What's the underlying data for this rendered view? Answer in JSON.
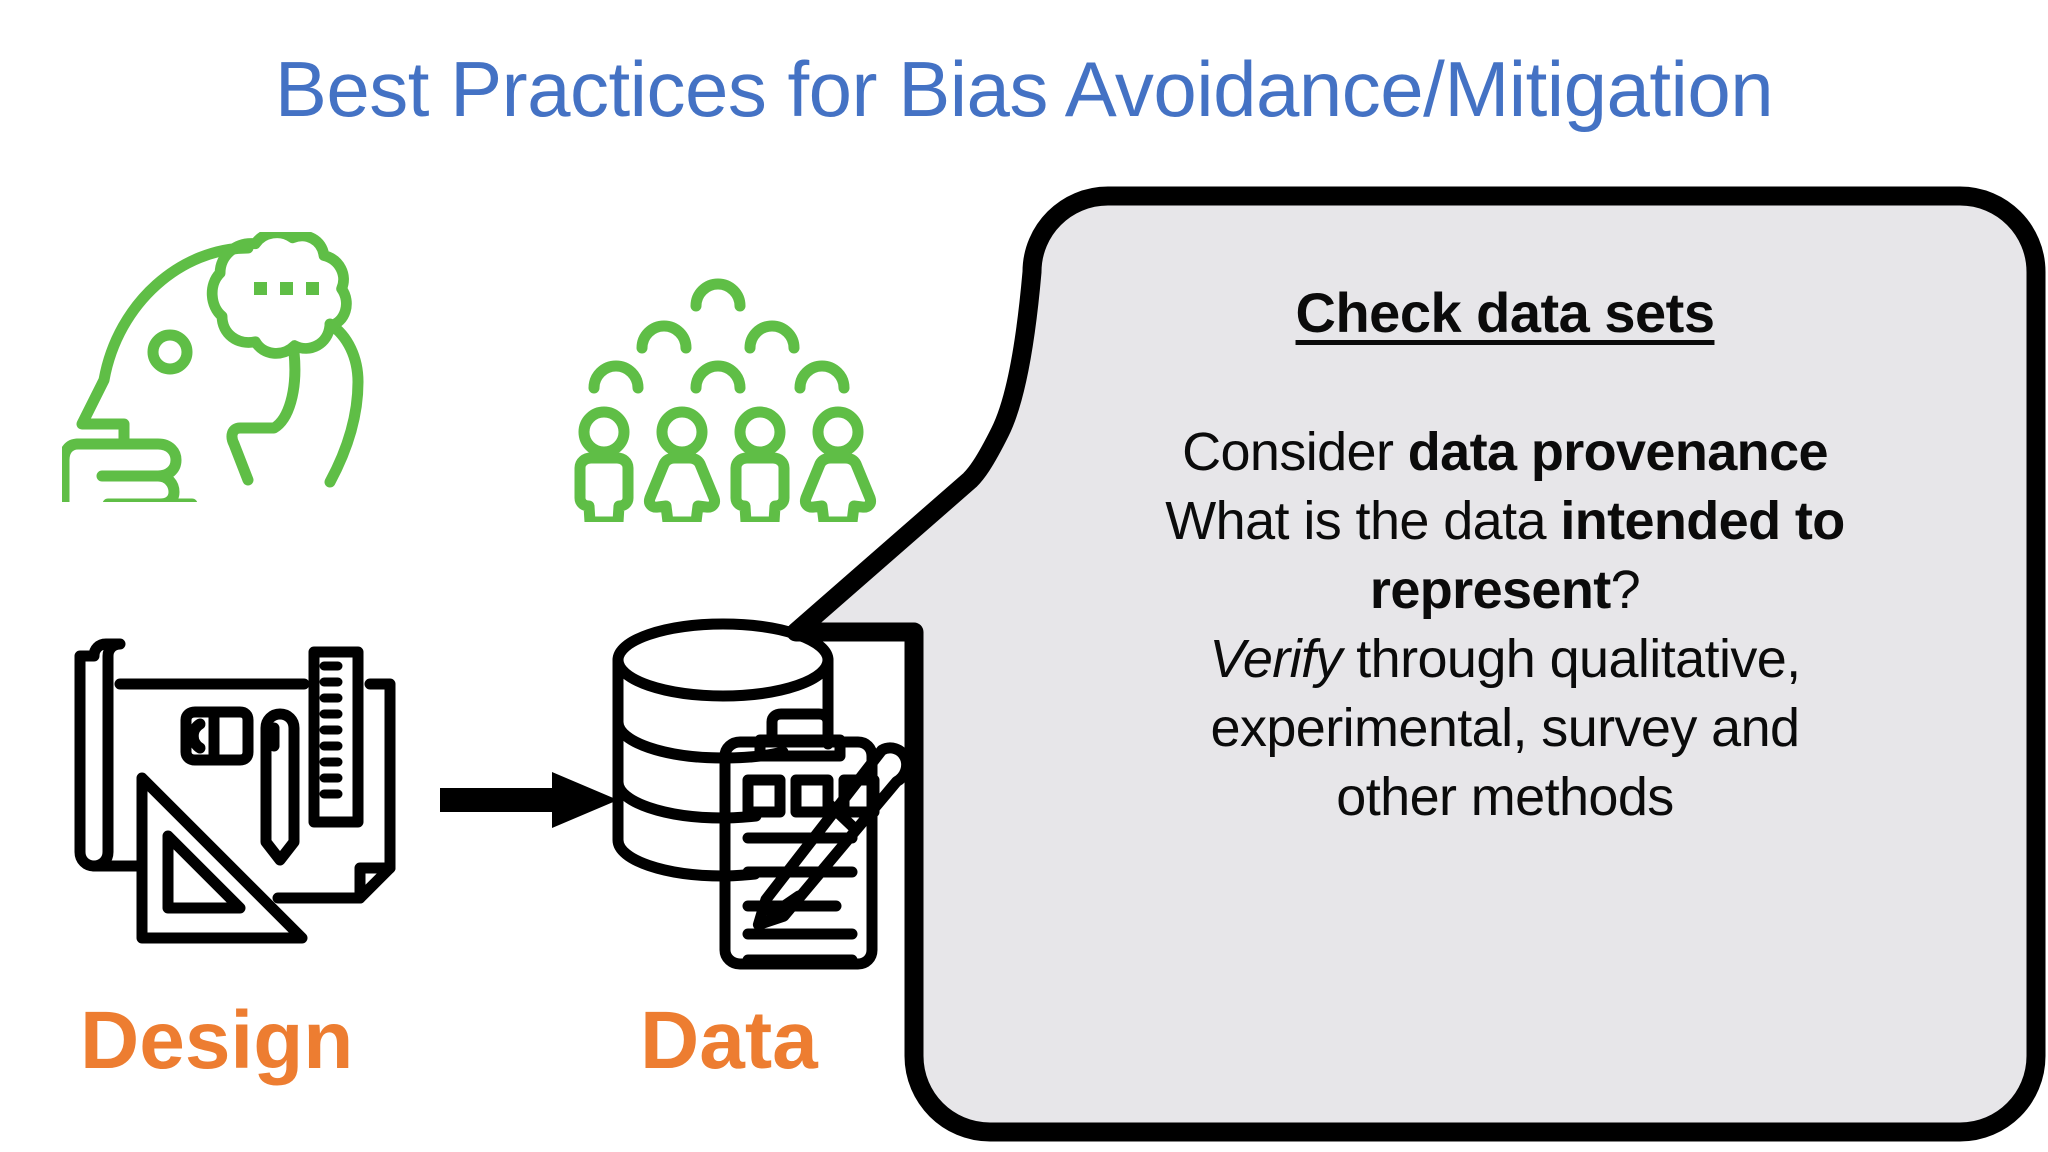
{
  "slide": {
    "title": "Best Practices for Bias Avoidance/Mitigation",
    "title_color": "#4472C4",
    "background_color": "#FFFFFF"
  },
  "colors": {
    "title_blue": "#4472C4",
    "label_orange": "#ED7D31",
    "icon_green": "#5FBE46",
    "icon_black": "#000000",
    "bubble_fill": "#E7E6E9",
    "bubble_stroke": "#000000"
  },
  "flow": {
    "arrow": "right-arrow",
    "stages": [
      {
        "label": "Design",
        "icons": [
          "thinking-person-icon",
          "blueprint-icon"
        ]
      },
      {
        "label": "Data",
        "icons": [
          "people-group-icon",
          "database-clipboard-icon"
        ]
      }
    ]
  },
  "labels": {
    "design": "Design",
    "data": "Data"
  },
  "callout": {
    "heading": "Check data sets",
    "lines": [
      {
        "parts": [
          {
            "t": "Consider ",
            "style": "normal"
          },
          {
            "t": "data provenance",
            "style": "bold"
          }
        ]
      },
      {
        "parts": [
          {
            "t": "What is the data ",
            "style": "normal"
          },
          {
            "t": "intended to",
            "style": "bold"
          }
        ]
      },
      {
        "parts": [
          {
            "t": "represent",
            "style": "bold"
          },
          {
            "t": "?",
            "style": "normal"
          }
        ]
      },
      {
        "parts": [
          {
            "t": "Verify",
            "style": "italic"
          },
          {
            "t": " through qualitative,",
            "style": "normal"
          }
        ]
      },
      {
        "parts": [
          {
            "t": "experimental, survey and",
            "style": "normal"
          }
        ]
      },
      {
        "parts": [
          {
            "t": "other methods",
            "style": "normal"
          }
        ]
      }
    ],
    "text_plain": "Check data sets — Consider data provenance. What is the data intended to represent? Verify through qualitative, experimental, survey and other methods"
  },
  "icons": {
    "thinking_person": "thinking-person-icon",
    "people_group": "people-group-icon",
    "blueprint": "blueprint-design-icon",
    "database": "database-clipboard-icon",
    "arrow": "right-arrow-icon"
  }
}
